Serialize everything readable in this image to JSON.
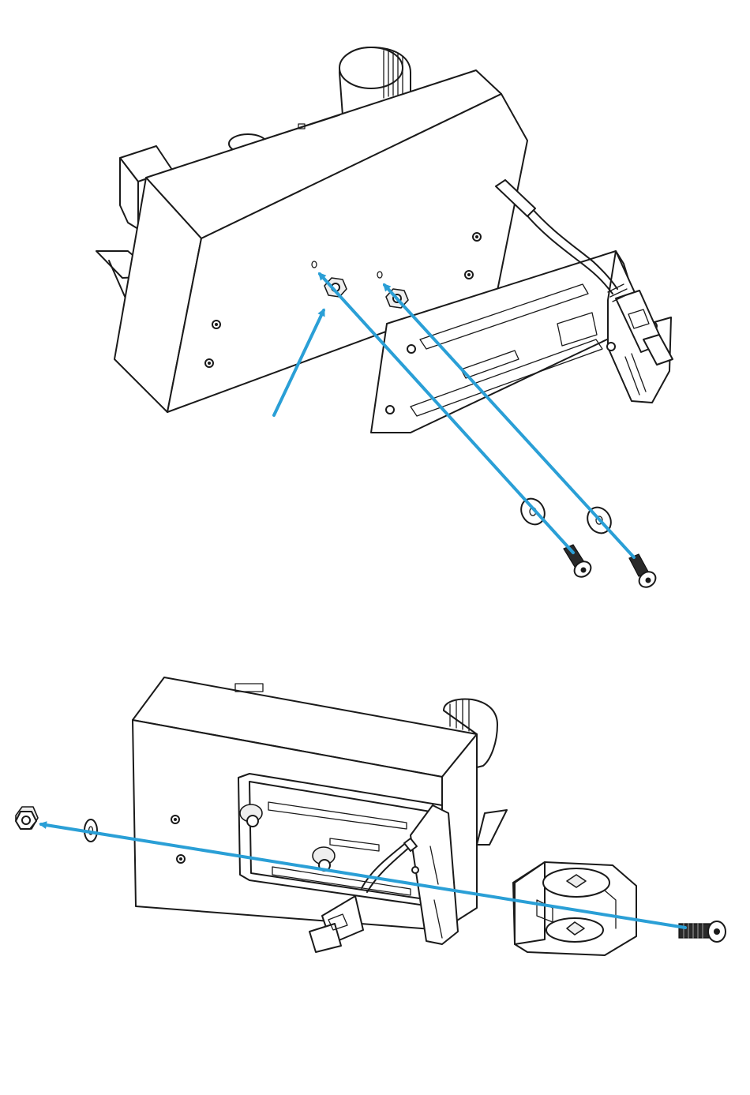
{
  "figure": {
    "accent_color": "#2a9fd6",
    "line_color": "#1a1a1a",
    "steps": [
      {
        "name": "mount-bracket-to-housing",
        "parts": [
          "housing",
          "mounting-bracket",
          "usb-cable",
          "washer",
          "socket-head-screw",
          "hex-standoff"
        ]
      },
      {
        "name": "attach-swivel-mount",
        "parts": [
          "housing",
          "mounting-bracket",
          "usb-cable",
          "swivel-mount",
          "hex-nut",
          "washer",
          "socket-head-screw"
        ]
      }
    ]
  }
}
